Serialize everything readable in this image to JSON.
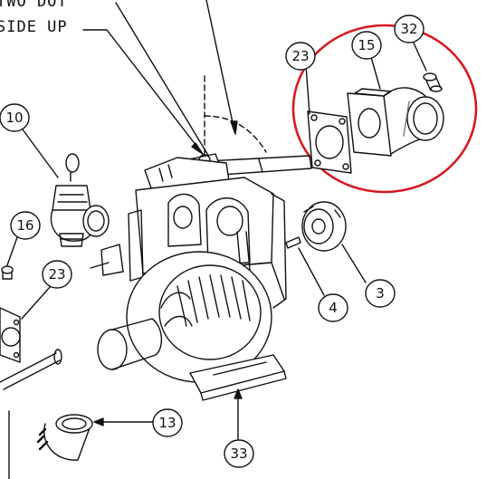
{
  "header_note": {
    "line1": "TWO DOT",
    "line2": "SIDE UP"
  },
  "callouts": [
    {
      "id": "c32",
      "label": "32"
    },
    {
      "id": "c23a",
      "label": "23"
    },
    {
      "id": "c15",
      "label": "15"
    },
    {
      "id": "c10",
      "label": "10"
    },
    {
      "id": "c16",
      "label": "16"
    },
    {
      "id": "c23b",
      "label": "23"
    },
    {
      "id": "c3",
      "label": "3"
    },
    {
      "id": "c4",
      "label": "4"
    },
    {
      "id": "c13",
      "label": "13"
    },
    {
      "id": "c33",
      "label": "33"
    }
  ],
  "colors": {
    "line": "#111111",
    "highlight": "#d71920",
    "shade": "#777777"
  }
}
